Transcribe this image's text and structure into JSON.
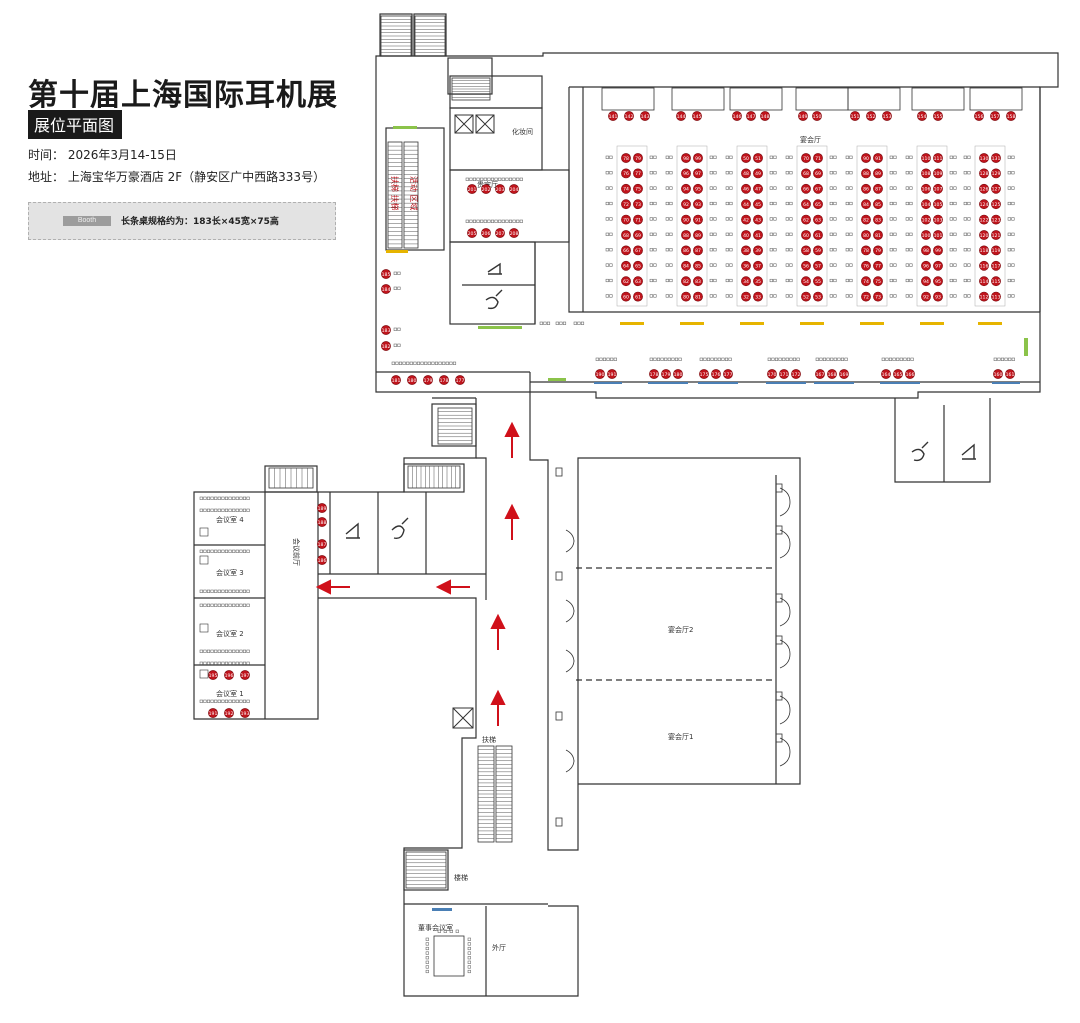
{
  "header": {
    "title": "第十届上海国际耳机展",
    "subtitle": "展位平面图",
    "time": "时间：  2026年3月14-15日",
    "address": "地址：  上海宝华万豪酒店 2F（静安区广中西路333号）"
  },
  "legend": {
    "swatch_label": "Booth",
    "text": "长条桌规格约为：183长×45宽×75高"
  },
  "rooms": {
    "banquet_top": "宴会厅",
    "vip_room": "贵宾厅",
    "changing_room": "化妆间",
    "banquet_2": "宴会厅2",
    "banquet_1": "宴会厅1",
    "meeting_4": "会议室 4",
    "meeting_3": "会议室 3",
    "meeting_2": "会议室 2",
    "meeting_1": "会议室 1",
    "meeting_lobby": "会议前厅",
    "stairs_mid": "扶梯",
    "stairs_bottom": "楼梯",
    "board_room": "董事会议室",
    "outer_hall": "外厅",
    "escalator_left": "扶梯 扶梯",
    "escalator_right": "活动 区域"
  },
  "colors": {
    "booth_fill": "#c0141c",
    "booth_stroke": "#7a0a0e",
    "wall": "#333333",
    "arrow": "#d0101a",
    "yellow_mark": "#e6b400",
    "green_mark": "#8bc34a",
    "blue_mark": "#4a7fb5"
  },
  "booths": {
    "top_row": [
      141,
      142,
      143,
      144,
      145,
      146,
      147,
      148,
      149,
      150,
      151,
      152,
      153,
      154,
      155,
      156,
      157,
      158
    ],
    "col1": [
      [
        78,
        79
      ],
      [
        76,
        77
      ],
      [
        74,
        75
      ],
      [
        72,
        73
      ],
      [
        70,
        71
      ],
      [
        68,
        69
      ],
      [
        66,
        67
      ],
      [
        64,
        65
      ],
      [
        62,
        63
      ],
      [
        60,
        61
      ]
    ],
    "col2": [
      [
        98,
        99
      ],
      [
        96,
        97
      ],
      [
        94,
        95
      ],
      [
        92,
        93
      ],
      [
        90,
        91
      ],
      [
        88,
        89
      ],
      [
        86,
        87
      ],
      [
        84,
        85
      ],
      [
        82,
        83
      ],
      [
        80,
        81
      ]
    ],
    "col3": [
      [
        50,
        51
      ],
      [
        48,
        49
      ],
      [
        46,
        47
      ],
      [
        44,
        45
      ],
      [
        42,
        43
      ],
      [
        40,
        41
      ],
      [
        38,
        39
      ],
      [
        36,
        37
      ],
      [
        34,
        35
      ],
      [
        32,
        33
      ]
    ],
    "col4": [
      [
        70,
        71
      ],
      [
        68,
        69
      ],
      [
        66,
        67
      ],
      [
        64,
        65
      ],
      [
        62,
        63
      ],
      [
        60,
        61
      ],
      [
        58,
        59
      ],
      [
        56,
        57
      ],
      [
        54,
        55
      ],
      [
        52,
        53
      ]
    ],
    "col5": [
      [
        90,
        91
      ],
      [
        88,
        89
      ],
      [
        86,
        87
      ],
      [
        84,
        85
      ],
      [
        82,
        83
      ],
      [
        80,
        81
      ],
      [
        78,
        79
      ],
      [
        76,
        77
      ],
      [
        74,
        75
      ],
      [
        72,
        73
      ]
    ],
    "col6": [
      [
        110,
        111
      ],
      [
        108,
        109
      ],
      [
        106,
        107
      ],
      [
        104,
        105
      ],
      [
        102,
        103
      ],
      [
        100,
        101
      ],
      [
        98,
        99
      ],
      [
        96,
        97
      ],
      [
        94,
        95
      ],
      [
        92,
        93
      ]
    ],
    "col7": [
      [
        130,
        131
      ],
      [
        128,
        129
      ],
      [
        126,
        127
      ],
      [
        124,
        125
      ],
      [
        122,
        123
      ],
      [
        120,
        121
      ],
      [
        118,
        119
      ],
      [
        116,
        117
      ],
      [
        114,
        115
      ],
      [
        112,
        113
      ]
    ],
    "bottom_row": [
      [
        190,
        191
      ],
      [
        178,
        179,
        180
      ],
      [
        175,
        176,
        177
      ],
      [
        170,
        171,
        172
      ],
      [
        167,
        168,
        169
      ],
      [
        164,
        165,
        166
      ],
      [
        160,
        161
      ]
    ],
    "left_vertical": [
      185,
      184,
      183,
      182
    ],
    "left_bottom": [
      181,
      180,
      179,
      178,
      177
    ],
    "vip": [
      [
        201,
        202,
        203,
        204
      ],
      [
        205,
        206,
        207,
        208
      ]
    ],
    "meeting_lobby_booths": [
      189,
      188,
      187,
      186
    ],
    "meeting_1_booths": [
      [
        195,
        196,
        197
      ],
      [
        191,
        192,
        193
      ]
    ]
  }
}
